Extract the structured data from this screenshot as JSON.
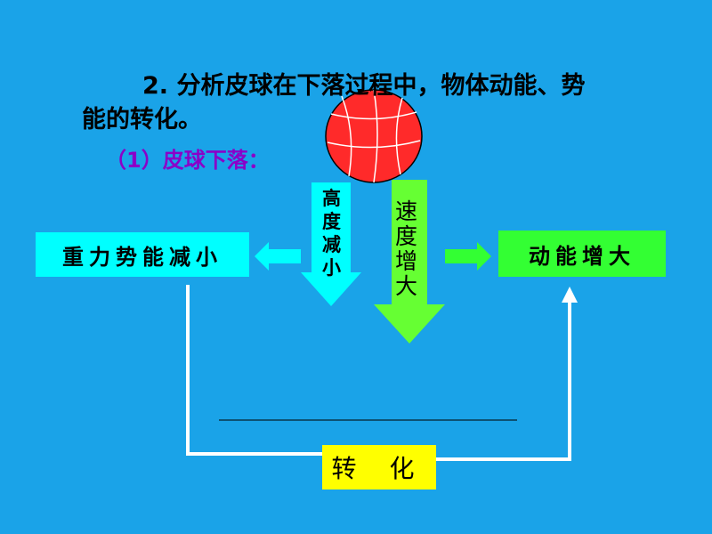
{
  "heading": {
    "line1": "2. 分析皮球在下落过程中，物体动能、势",
    "line2": "能的转化。"
  },
  "subheading": "（1）皮球下落：",
  "boxes": {
    "potential": "重力势能减小",
    "kinetic": "动能增大",
    "convert": "转 化"
  },
  "labels": {
    "height": [
      "高",
      "度",
      "减",
      "小"
    ],
    "speed": [
      "速",
      "度",
      "增",
      "大"
    ]
  },
  "colors": {
    "background": "#1aa3e8",
    "ball": "#ff2a2a",
    "cyan": "#00ffff",
    "green": "#33ff33",
    "lime_arrow": "#66ff33",
    "yellow": "#ffff00",
    "subheading": "#8b00c8"
  }
}
